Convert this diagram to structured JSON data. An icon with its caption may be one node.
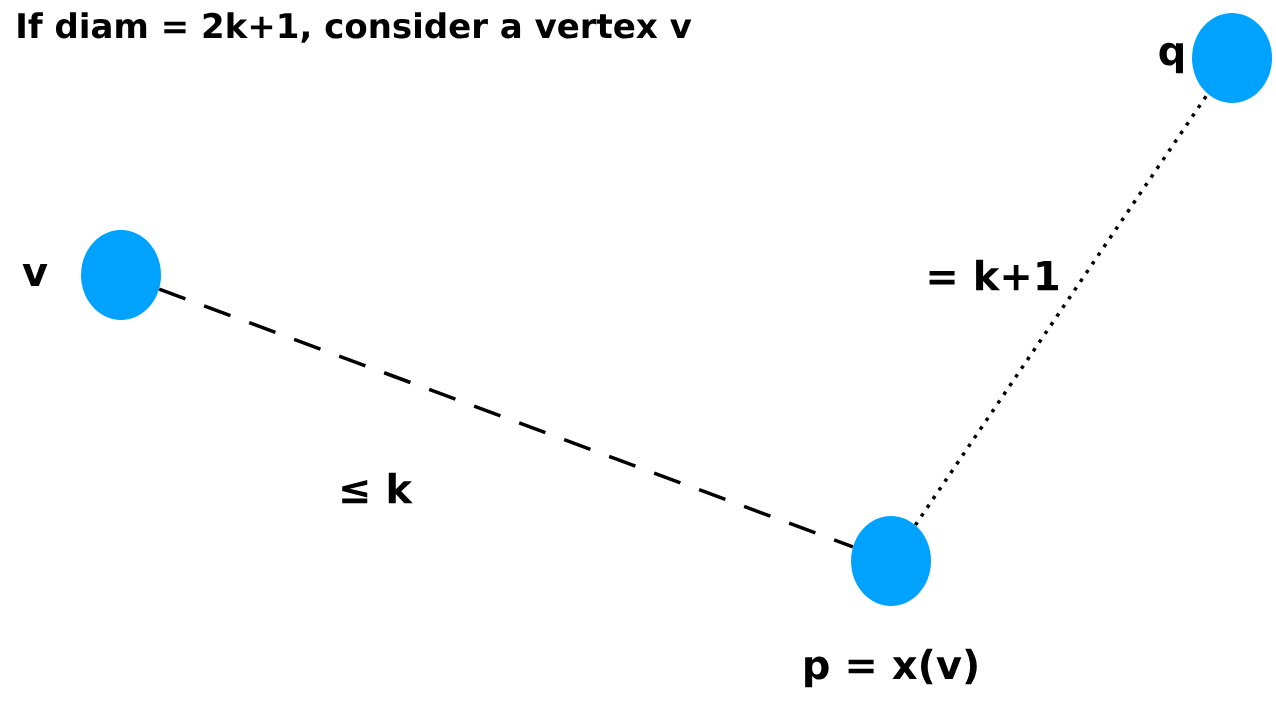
{
  "diagram": {
    "title": "If diam = 2k+1, consider a vertex v",
    "nodes": [
      {
        "text": [],
        "shape": "circle",
        "beside": [
          "v"
        ]
      },
      {
        "text": [],
        "shape": "circle",
        "beside": [
          "p = x(v)"
        ]
      },
      {
        "text": [],
        "shape": "circle",
        "beside": [
          "q"
        ]
      }
    ],
    "edges": [
      {
        "from": 0,
        "to": 1,
        "arrow": "none",
        "style": "dashed",
        "label": "≤ k"
      },
      {
        "from": 1,
        "to": 2,
        "arrow": "none",
        "label": "= k+1"
      }
    ]
  }
}
